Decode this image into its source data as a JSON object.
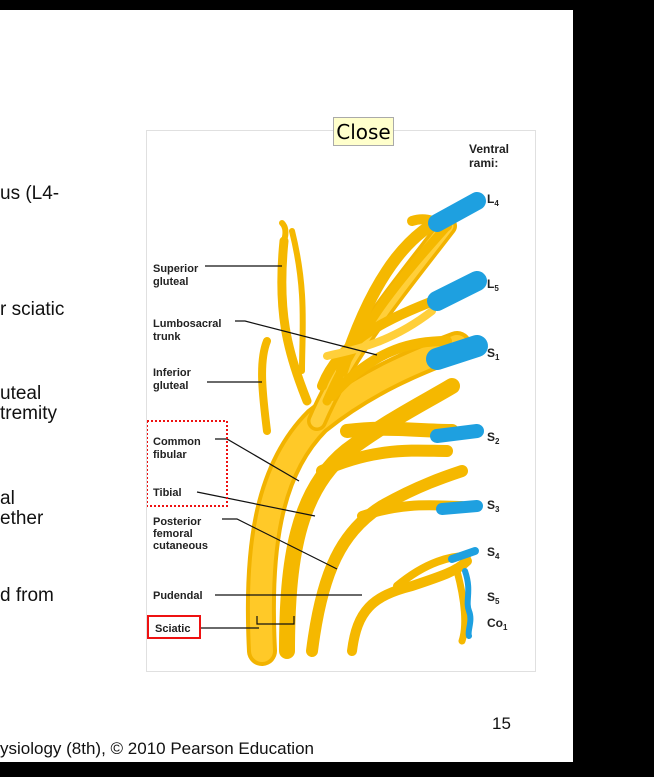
{
  "slide": {
    "bullets": [
      "us (L4-",
      "r sciatic",
      "uteal",
      "tremity",
      "al",
      "ether",
      "d from"
    ],
    "footer": "ysiology (8th), © 2010 Pearson Education",
    "page_number": "15"
  },
  "close_button": {
    "label": "Close"
  },
  "figure": {
    "rami_header_line1": "Ventral",
    "rami_header_line2": "rami:",
    "rami_labels": [
      "L",
      "4",
      "L",
      "5",
      "S",
      "1",
      "S",
      "2",
      "S",
      "3",
      "S",
      "4",
      "S",
      "5",
      "Co",
      "1"
    ],
    "nerve_labels": {
      "superior_gluteal_1": "Superior",
      "superior_gluteal_2": "gluteal",
      "lumbosacral_1": "Lumbosacral",
      "lumbosacral_2": "trunk",
      "inferior_gluteal_1": "Inferior",
      "inferior_gluteal_2": "gluteal",
      "common_fibular_1": "Common",
      "common_fibular_2": "fibular",
      "tibial": "Tibial",
      "posterior_1": "Posterior",
      "posterior_2": "femoral",
      "posterior_3": "cutaneous",
      "pudendal": "Pudendal",
      "sciatic": "Sciatic"
    },
    "colors": {
      "nerve": "#f5b800",
      "nerve_light": "#ffd54a",
      "ramus": "#1ea0e0",
      "highlight_red": "#e11"
    }
  }
}
